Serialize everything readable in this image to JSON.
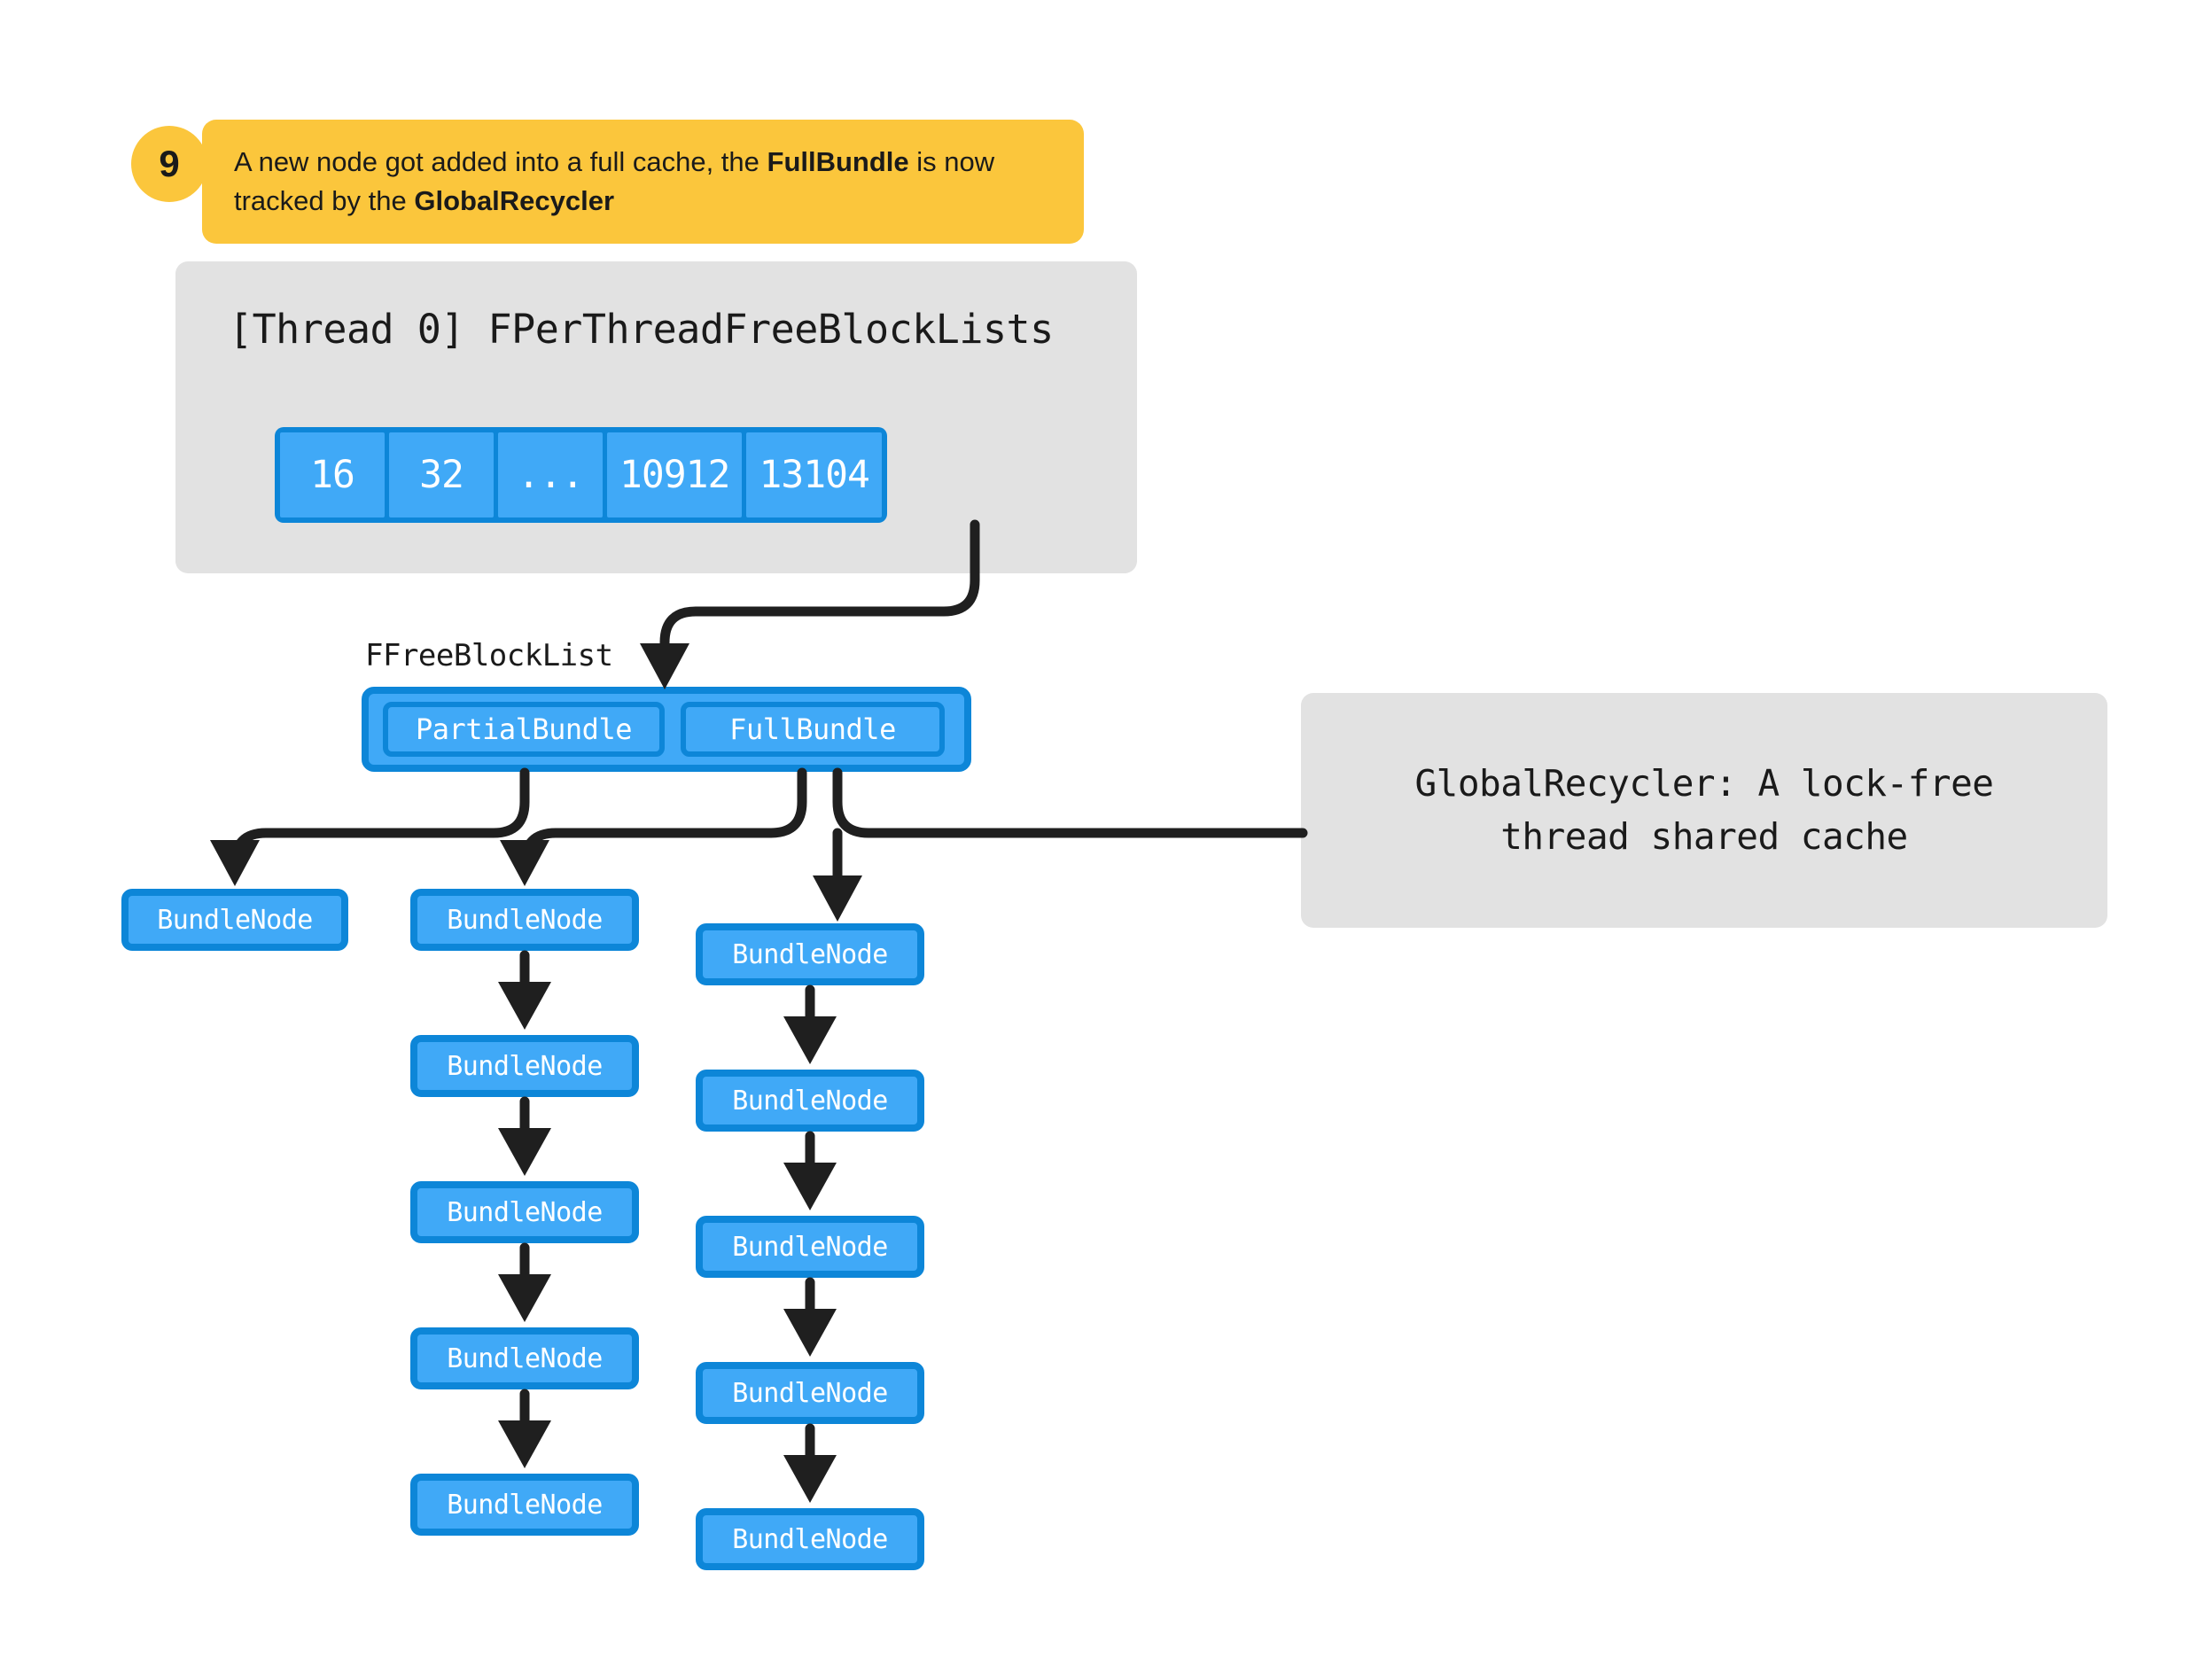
{
  "callout": {
    "number": "9",
    "text_parts": [
      {
        "t": "A new node got added into a full cache, the ",
        "bold": false
      },
      {
        "t": "FullBundle",
        "bold": true
      },
      {
        "t": " is now tracked by the ",
        "bold": false
      },
      {
        "t": "GlobalRecycler",
        "bold": true
      }
    ],
    "text_plain": "A new node got added into a full cache, the FullBundle is now tracked by the GlobalRecycler",
    "bg_color": "#FBC63C"
  },
  "per_thread_panel": {
    "title": "[Thread 0] FPerThreadFreeBlockLists",
    "bg_color": "#E2E2E2",
    "size_classes": [
      "16",
      "32",
      "...",
      "10912",
      "13104"
    ]
  },
  "free_block_list": {
    "label": "FFreeBlockList",
    "slots": [
      {
        "label": "PartialBundle"
      },
      {
        "label": "FullBundle"
      }
    ]
  },
  "global_recycler": {
    "line1": "GlobalRecycler: A lock-free",
    "line2": "thread shared cache",
    "bg_color": "#E2E2E2"
  },
  "node_label": "BundleNode",
  "chains": [
    {
      "name": "partial-orphan-chain",
      "source_slot": "PartialBundle",
      "node_count": 1,
      "nodes": [
        "BundleNode"
      ]
    },
    {
      "name": "partial-bundle-chain",
      "source_slot": "PartialBundle",
      "node_count": 5,
      "nodes": [
        "BundleNode",
        "BundleNode",
        "BundleNode",
        "BundleNode",
        "BundleNode"
      ]
    },
    {
      "name": "full-bundle-chain",
      "source_slot": "FullBundle",
      "node_count": 5,
      "nodes": [
        "BundleNode",
        "BundleNode",
        "BundleNode",
        "BundleNode",
        "BundleNode"
      ]
    }
  ],
  "colors": {
    "accent_blue_fill": "#40A9F7",
    "accent_blue_border": "#0D86D8",
    "panel_gray": "#E2E2E2",
    "callout_amber": "#FBC63C",
    "arrow_black": "#1F1F1F"
  }
}
